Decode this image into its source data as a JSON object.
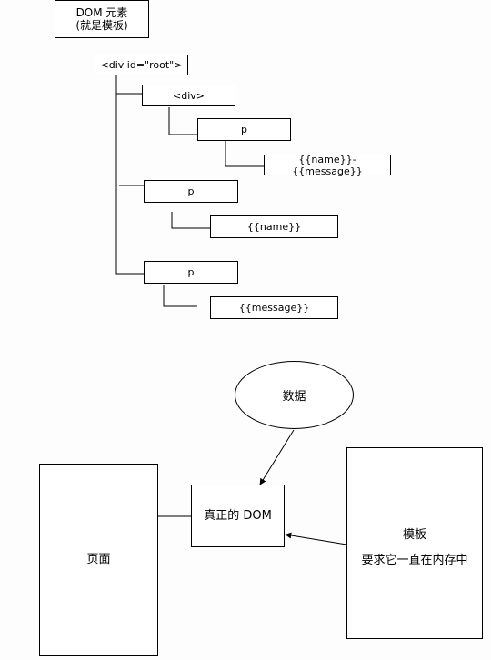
{
  "dom_title": {
    "line1": "DOM 元素",
    "line2": "(就是模板)"
  },
  "tree": {
    "root": "<div id=\"root\">",
    "div": "<div>",
    "p1": "p",
    "p1_text": "{{name}}-{{message}}",
    "p2": "p",
    "p2_text": "{{name}}",
    "p3": "p",
    "p3_text": "{{message}}"
  },
  "flow": {
    "data": "数据",
    "real_dom": "真正的 DOM",
    "page": "页面",
    "template_title": "模板",
    "template_note": "要求它一直在内存中"
  }
}
